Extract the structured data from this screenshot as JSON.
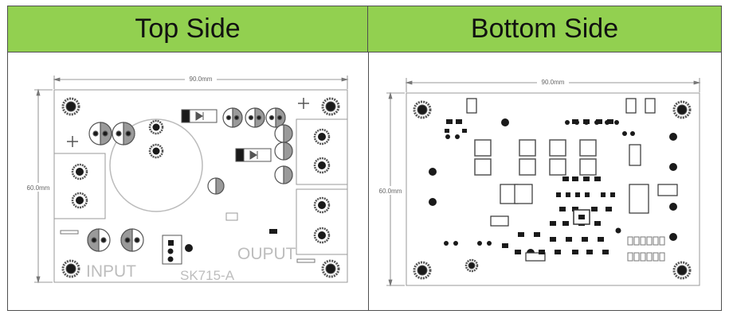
{
  "panels": {
    "top": {
      "title": "Top Side"
    },
    "bottom": {
      "title": "Bottom Side"
    }
  },
  "dimensions": {
    "width_label": "90.0mm",
    "height_label": "60.0mm"
  },
  "top_board": {
    "silkscreen": {
      "input_label": "INPUT",
      "output_label": "OUPUT",
      "part_label": "SK715-A"
    }
  },
  "colors": {
    "header_bg": "#92d050",
    "border": "#4f4f4f",
    "pad": "#1a1a1a",
    "silk": "#bdbdbd"
  }
}
